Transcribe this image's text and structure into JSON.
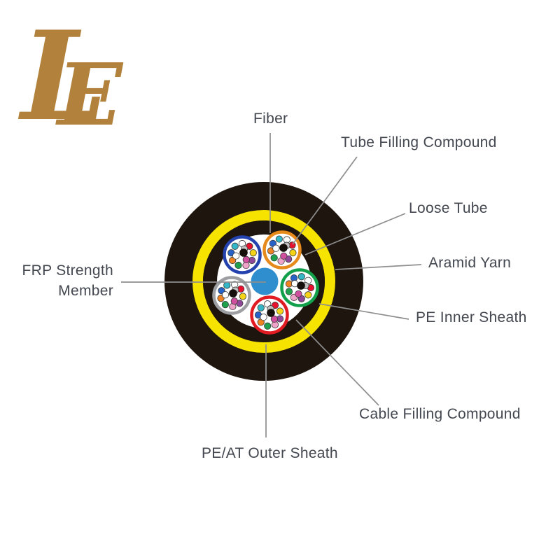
{
  "logo": {
    "letter_1": "L",
    "letter_2": "E",
    "color": "#b2813b"
  },
  "diagram": {
    "labels": {
      "fiber": "Fiber",
      "tube_filling_compound": "Tube Filling Compound",
      "loose_tube": "Loose Tube",
      "aramid_yarn": "Aramid Yarn",
      "pe_inner_sheath": "PE Inner Sheath",
      "cable_filling_compound": "Cable Filling Compound",
      "pe_at_outer_sheath": "PE/AT Outer Sheath",
      "frp_strength_member_line1": "FRP Strength",
      "frp_strength_member_line2": "Member"
    },
    "cable": {
      "outer_sheath_color": "#1e150e",
      "aramid_yarn_color": "#f6e400",
      "inner_sheath_color": "#1e150e",
      "interior_color": "#ffffff",
      "frp_color": "#2f8ecd",
      "tube_interior_color": "#ffffff",
      "tube_center_dot_color": "#15100c",
      "tubes": [
        {
          "position": "top-left",
          "ring_color": "#2442ae"
        },
        {
          "position": "top-right",
          "ring_color": "#e68a1c"
        },
        {
          "position": "right",
          "ring_color": "#12a04b"
        },
        {
          "position": "bottom",
          "ring_color": "#e01b22"
        },
        {
          "position": "left",
          "ring_color": "#9d9ea2"
        }
      ],
      "fiber_colors": [
        "#ffffff",
        "#e8112d",
        "#f5d417",
        "#8f4899",
        "#f0a3c8",
        "#1ea24e",
        "#ee8322",
        "#2762c8",
        "#35b6c6",
        "#c0c0c0",
        "#cf4f9e",
        "#ffffff"
      ]
    }
  }
}
